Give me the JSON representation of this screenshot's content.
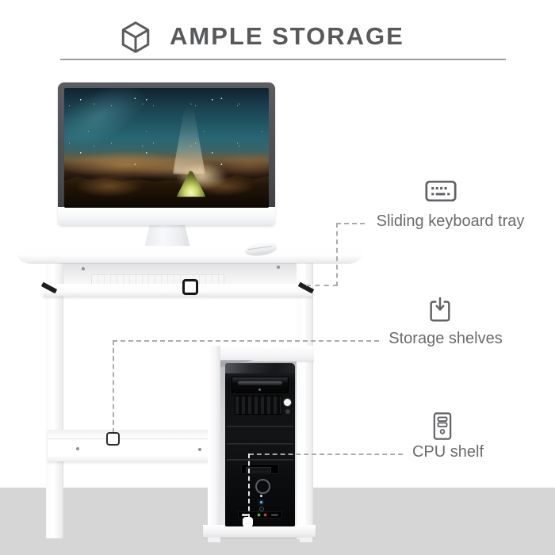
{
  "header": {
    "title": "AMPLE STORAGE",
    "icon": "cube-3d-icon"
  },
  "callouts": [
    {
      "id": "keyboard-tray",
      "icon": "keyboard-icon",
      "label": "Sliding keyboard tray"
    },
    {
      "id": "storage-shelves",
      "icon": "box-arrow-down-icon",
      "label": "Storage shelves"
    },
    {
      "id": "cpu-shelf",
      "icon": "cpu-tower-icon",
      "label": "CPU shelf"
    }
  ],
  "colors": {
    "heading_text": "#58595b",
    "label_text": "#6a6b6d",
    "dashed_line": "#a9abad",
    "rule": "#9c9ea0",
    "floor": "#d6d6d6",
    "desk": "#ffffff",
    "cpu_tower": "#0e0f11"
  }
}
